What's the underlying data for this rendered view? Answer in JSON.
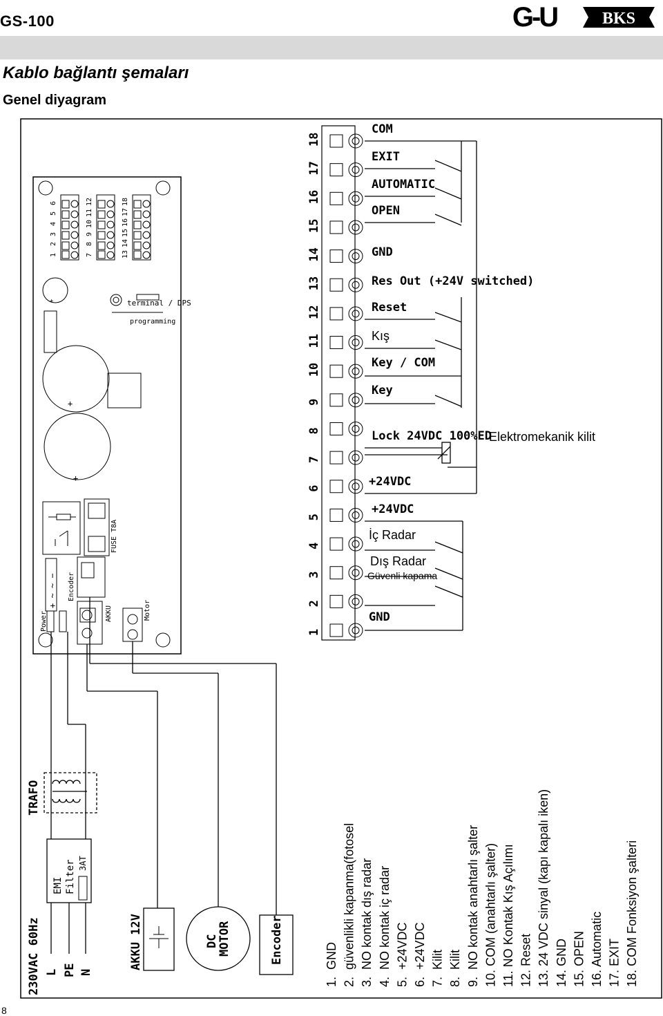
{
  "header": {
    "title": "GS-100",
    "subtitle": "Kablo bağlantı şemaları",
    "section": "Genel diyagram",
    "logo_left": "G-U",
    "logo_right": "BKS",
    "page_number": "8"
  },
  "board": {
    "conn_top_a": [
      "1",
      "2",
      "3",
      "4",
      "5",
      "6"
    ],
    "conn_top_b": [
      "7",
      "8",
      "9",
      "10",
      "11",
      "12"
    ],
    "conn_top_c": [
      "13",
      "14",
      "15",
      "16",
      "17",
      "18"
    ],
    "terminal_dps": "terminal / DPS",
    "programming": "programming",
    "fuse": "FUSE T8A",
    "power": "Power",
    "encoder": "Encoder",
    "akku": "AKKU",
    "motor": "Motor",
    "pin_signs": "+ ~ ~ −",
    "plus": "+"
  },
  "terminals": {
    "numbers": [
      "1",
      "2",
      "3",
      "4",
      "5",
      "6",
      "7",
      "8",
      "9",
      "10",
      "11",
      "12",
      "13",
      "14",
      "15",
      "16",
      "17",
      "18"
    ],
    "labels": {
      "com": "COM",
      "exit": "EXIT",
      "automatic": "AUTOMATIC",
      "open": "OPEN",
      "gnd_top": "GND",
      "res_out": "Res Out (+24V switched)",
      "reset": "Reset",
      "kis": "Kış",
      "key_com": "Key / COM",
      "key": "Key",
      "lock": "Lock 24VDC 100%ED",
      "elektromekanik": "Elektromekanik kilit",
      "v24_1": "+24VDC",
      "v24_2": "+24VDC",
      "ic_radar": "İç Radar",
      "dis_radar": "Dış Radar",
      "guvenli": "Güvenli kapama",
      "gnd_bottom": "GND"
    }
  },
  "power": {
    "trafo": "TRAFO",
    "emi": "EMI",
    "filter": "Filter",
    "fuse_3at": "3AT",
    "mains": "230VAC 60Hz",
    "l": "L",
    "pe": "PE",
    "n": "N",
    "akku12": "AKKU 12V",
    "dc": "DC",
    "motor": "MOTOR",
    "encoder": "Encoder"
  },
  "legend": {
    "items": [
      "1.  GND",
      "2.  güvenlikli kapanma(fotosel",
      "3.  NO kontak dış radar",
      "4.  NO kontak iç radar",
      "5.  +24VDC",
      "6.  +24VDC",
      "7.  Kilit",
      "8.  Kilit",
      "9.  NO kontak anahtarlı şalter",
      "10. COM (anahtarlı şalter)",
      "11. NO Kontak Kış Açılımı",
      "12. Reset",
      "13. 24 VDC sinyal (kapı kapalı iken)",
      "14. GND",
      "15. OPEN",
      "16. Automatic",
      "17. EXIT",
      "18. COM Fonksiyon şalteri"
    ]
  }
}
